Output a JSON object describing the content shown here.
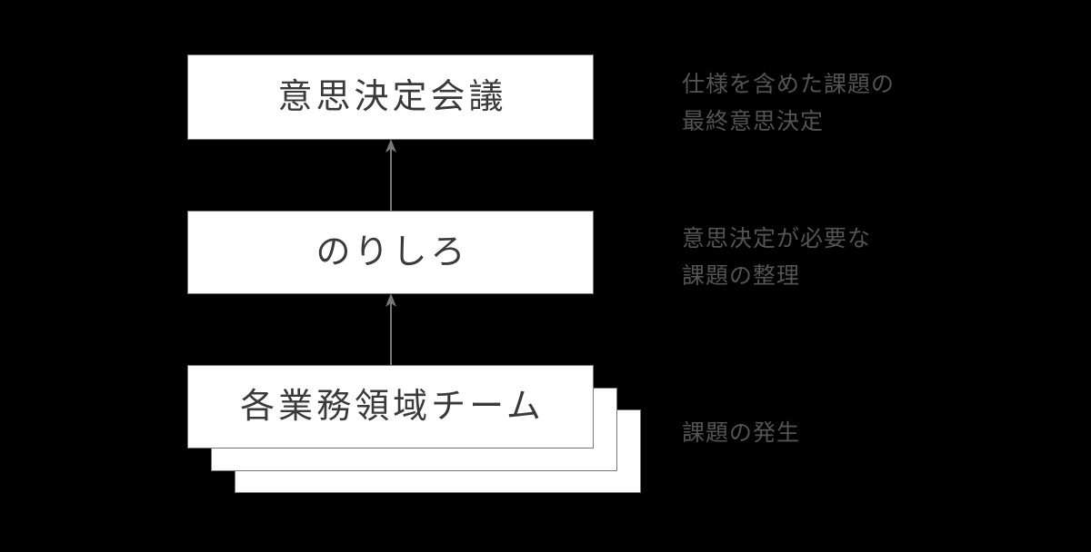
{
  "diagram": {
    "background_color": "#000000",
    "box_fill_color": "#ffffff",
    "box_border_color": "#777777",
    "box_text_color": "#3a3a3a",
    "annotation_text_color": "#545454",
    "arrow_color": "#777777",
    "nodes": [
      {
        "id": "decision-meeting",
        "label": "意思決定会議",
        "annotation": "仕様を含めた課題の\n最終意思決定",
        "stacked": false
      },
      {
        "id": "norishiro",
        "label": "のりしろ",
        "annotation": "意思決定が必要な\n課題の整理",
        "stacked": false
      },
      {
        "id": "business-teams",
        "label": "各業務領域チーム",
        "annotation": "課題の発生",
        "stacked": true,
        "stack_count": 3
      }
    ],
    "arrows": [
      {
        "id": "arrow-teams-to-norishiro",
        "direction": "up",
        "from": "business-teams",
        "to": "norishiro"
      },
      {
        "id": "arrow-norishiro-to-decision",
        "direction": "up",
        "from": "norishiro",
        "to": "decision-meeting"
      }
    ]
  }
}
